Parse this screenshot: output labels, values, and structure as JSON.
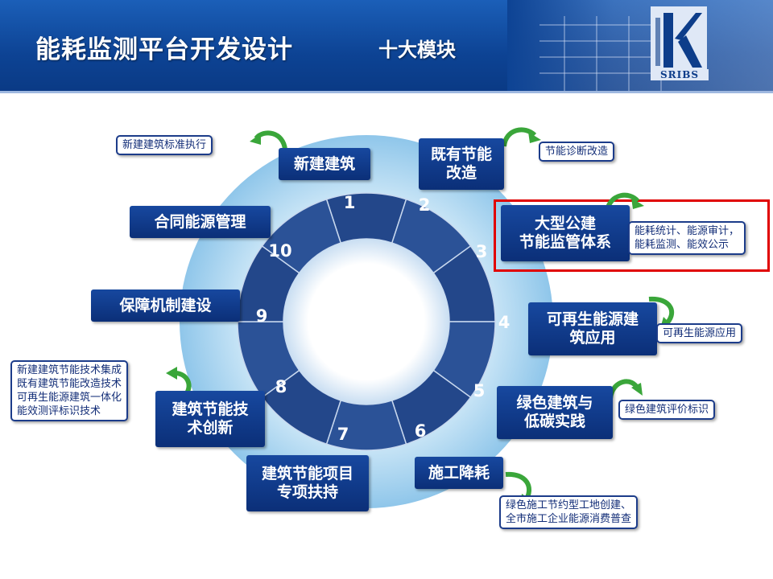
{
  "header": {
    "title": "能耗监测平台开发设计",
    "subtitle": "十大模块",
    "logo_text": "SRIBS"
  },
  "colors": {
    "header_blue": "#0d4394",
    "module_blue": "#0b2f78",
    "ring_dark": "#1d3f7e",
    "ring_light": "#a9d4ef",
    "highlight_red": "#e00000"
  },
  "ring_numbers": [
    "1",
    "2",
    "3",
    "4",
    "5",
    "6",
    "7",
    "8",
    "9",
    "10"
  ],
  "modules": [
    {
      "id": "m1",
      "label": "新建建筑"
    },
    {
      "id": "m2",
      "label": "既有节能\n改造"
    },
    {
      "id": "m3",
      "label": "大型公建\n节能监管体系"
    },
    {
      "id": "m4",
      "label": "可再生能源建\n筑应用"
    },
    {
      "id": "m5",
      "label": "绿色建筑与\n低碳实践"
    },
    {
      "id": "m6",
      "label": "施工降耗"
    },
    {
      "id": "m7",
      "label": "建筑节能项目\n专项扶持"
    },
    {
      "id": "m8",
      "label": "建筑节能技\n术创新"
    },
    {
      "id": "m9",
      "label": "保障机制建设"
    },
    {
      "id": "m10",
      "label": "合同能源管理"
    }
  ],
  "notes": [
    {
      "id": "n1",
      "text": "新建建筑标准执行"
    },
    {
      "id": "n2",
      "text": "节能诊断改造"
    },
    {
      "id": "n3",
      "text": "能耗统计、能源审计，\n能耗监测、能效公示"
    },
    {
      "id": "n4",
      "text": "可再生能源应用"
    },
    {
      "id": "n5",
      "text": "绿色建筑评价标识"
    },
    {
      "id": "n6",
      "text": "绿色施工节约型工地创建、\n全市施工企业能源消费普查"
    },
    {
      "id": "n8",
      "text": "新建建筑节能技术集成\n既有建筑节能改造技术\n可再生能源建筑一体化\n能效测评标识技术"
    }
  ]
}
